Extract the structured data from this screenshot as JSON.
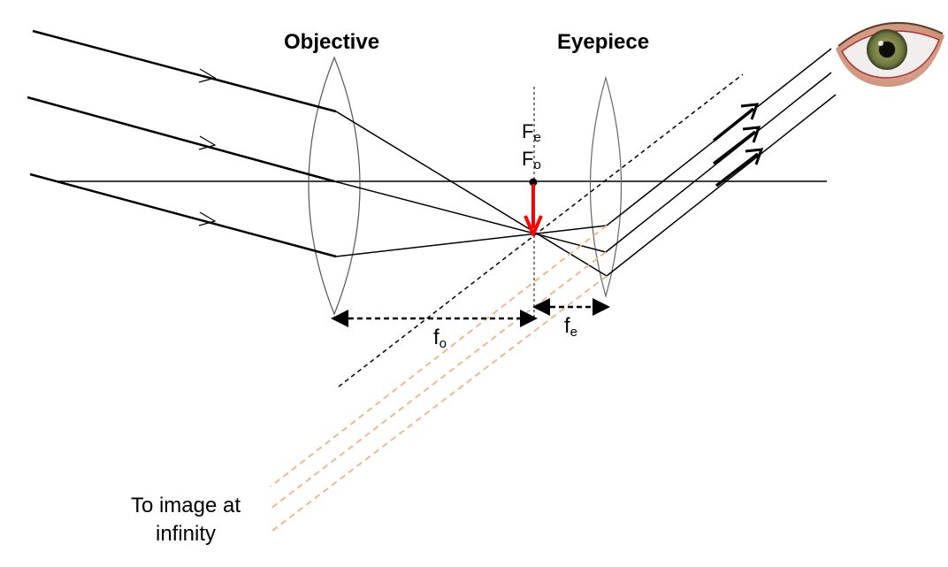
{
  "labels": {
    "objective": "Objective",
    "eyepiece": "Eyepiece",
    "fe_point": {
      "main": "F",
      "sub": "e"
    },
    "fo_point": {
      "main": "F",
      "sub": "o"
    },
    "fo_distance": {
      "main": "f",
      "sub": "o"
    },
    "fe_distance": {
      "main": "f",
      "sub": "e"
    },
    "caption_line1": "To image at",
    "caption_line2": "infinity"
  },
  "colors": {
    "ray": "#000000",
    "image_arrow": "#ff0000",
    "virtual_ray": "#f4b183",
    "lens_outline": "#555555",
    "eye_iris": "#7a8a4a",
    "eye_skin": "#d9a08a"
  },
  "icons": {
    "eye": "eye-image"
  }
}
